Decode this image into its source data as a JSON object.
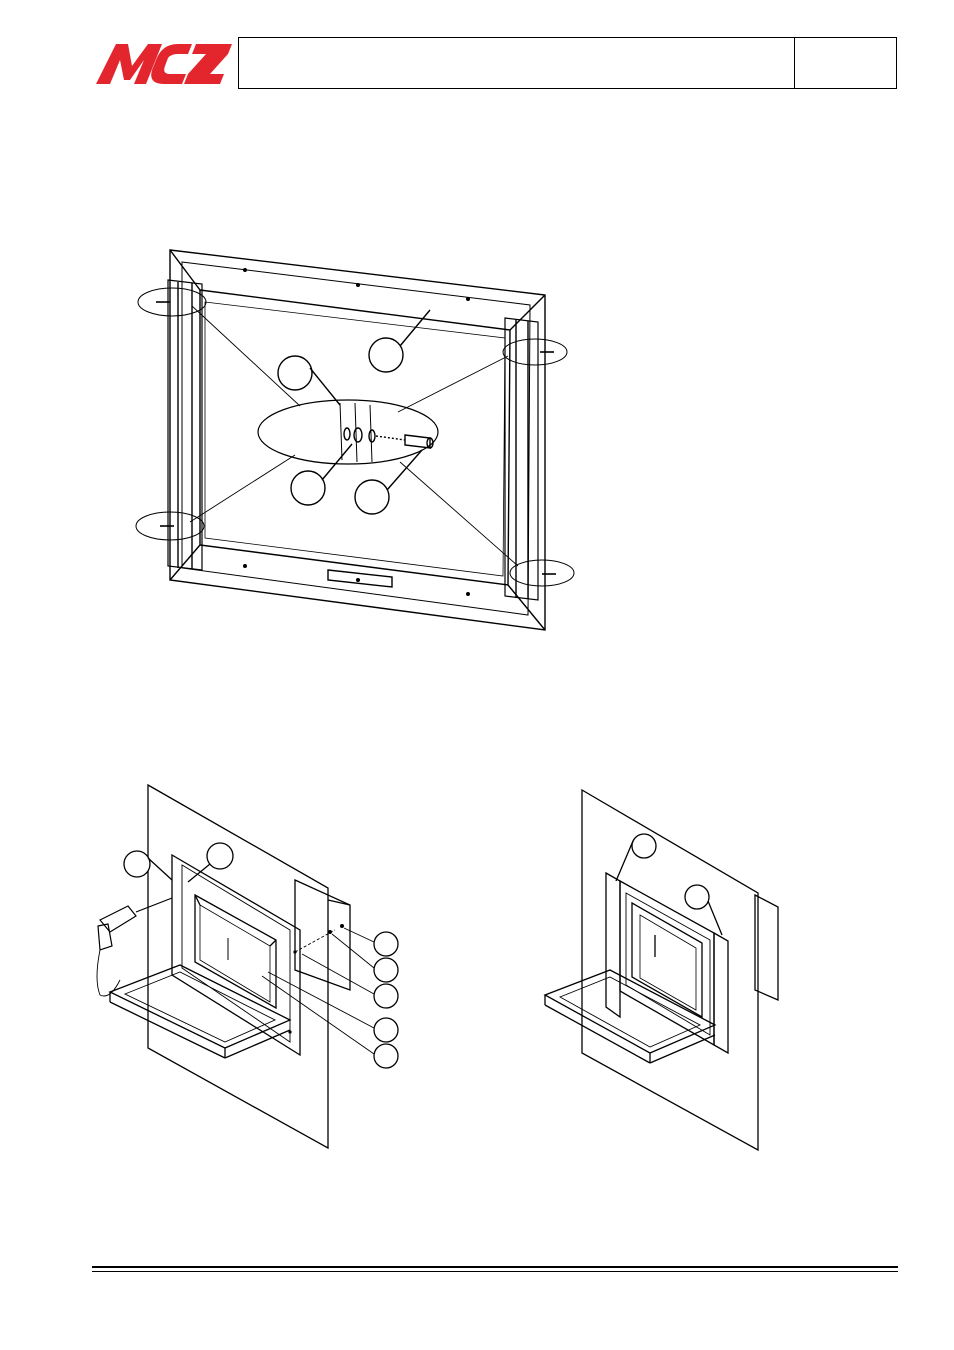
{
  "header": {
    "logo_text": "MCZ",
    "title": "",
    "page": ""
  },
  "colors": {
    "logo_red": "#e3262d",
    "line": "#000000"
  },
  "figures": [
    {
      "name": "frame-mounting-diagram"
    },
    {
      "name": "insert-drilling-diagram"
    },
    {
      "name": "insert-installed-diagram"
    }
  ]
}
